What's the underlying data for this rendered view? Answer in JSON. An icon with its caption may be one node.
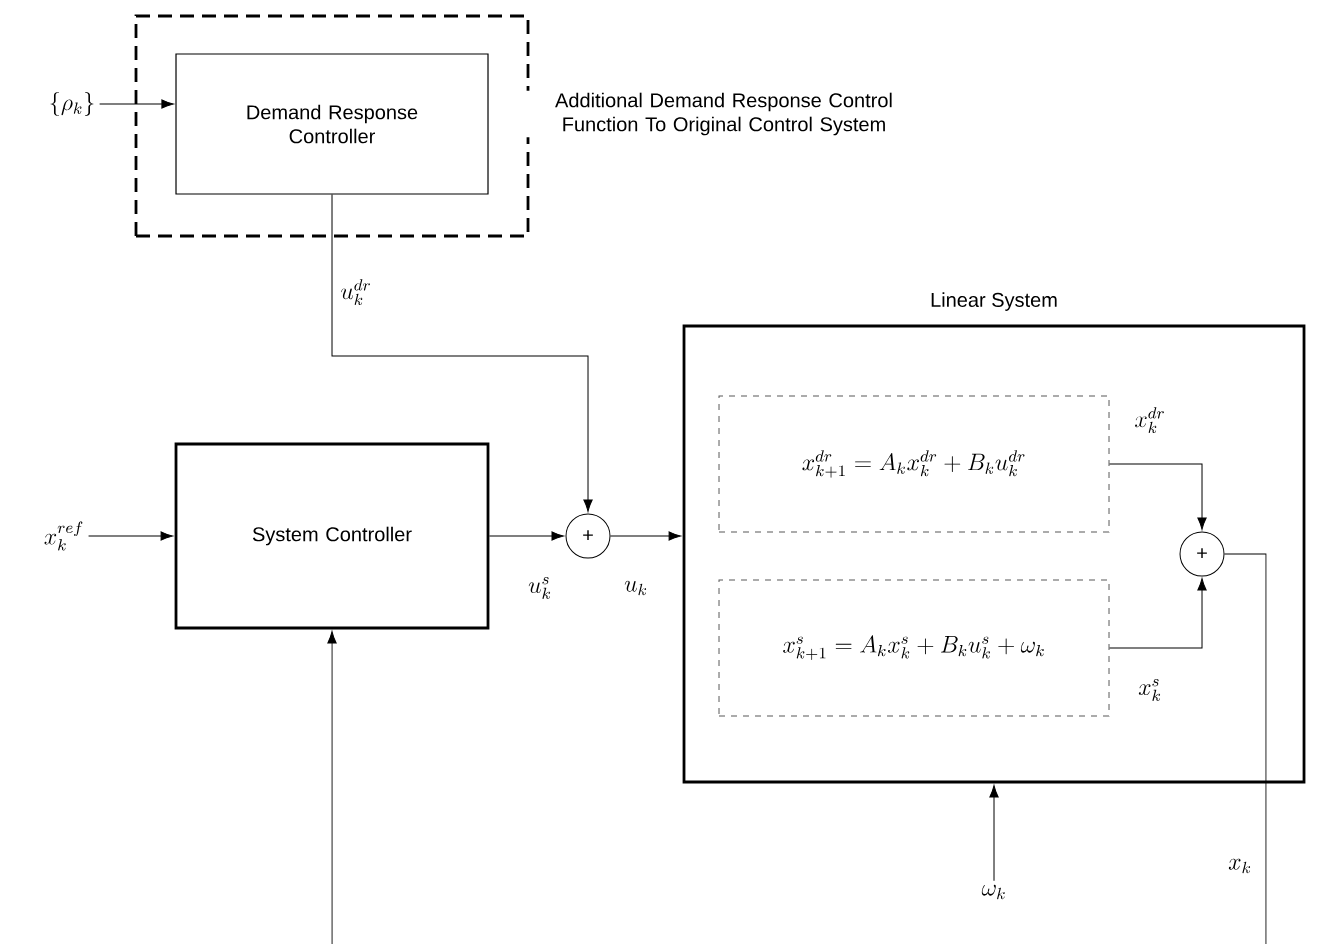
{
  "diagram": {
    "nodes": [
      {
        "text": [
          "\\{\\rho_k\\}"
        ]
      },
      {
        "text": [],
        "shape": "box",
        "beside": [
          "Additional Demand Response Control Function To Original Control System"
        ]
      },
      {
        "text": [
          "Demand Response Controller"
        ],
        "in": 1
      },
      {
        "text": [
          "x_k^{ref}"
        ]
      },
      {
        "text": [
          "System Controller"
        ]
      },
      {
        "text": [
          "+"
        ]
      },
      {
        "text": [
          "Linear System"
        ]
      },
      {
        "text": [
          "x_{k+1}^{dr} = A_k x_k^{dr} + B_k u_k^{dr}"
        ],
        "in": 6
      },
      {
        "text": [
          "x_{k+1}^{s} = A_k x_k^{s} + B_k u_k^{s} + \\omega_k"
        ],
        "in": 6
      },
      {
        "text": [
          "+"
        ],
        "in": 6
      },
      {
        "text": [
          "\\omega_k"
        ]
      }
    ],
    "edges": [
      {
        "from": 0,
        "to": 2,
        "arrow": "to"
      },
      {
        "from": 2,
        "to": 5,
        "arrow": "to",
        "label": "u_k^{dr}"
      },
      {
        "from": 3,
        "to": 4,
        "arrow": "to"
      },
      {
        "from": 4,
        "to": 5,
        "arrow": "to",
        "label": "u_k^{s}"
      },
      {
        "from": 5,
        "to": 6,
        "arrow": "to",
        "label": "u_k"
      },
      {
        "from": 7,
        "to": 9,
        "arrow": "to",
        "label": "x_k^{dr}"
      },
      {
        "from": 8,
        "to": 9,
        "arrow": "to",
        "label": "x_k^{s}"
      },
      {
        "from": 9,
        "to": null,
        "arrow": "none",
        "label": "x_k"
      },
      {
        "from": null,
        "to": 4,
        "arrow": "to"
      },
      {
        "from": 10,
        "to": 6,
        "arrow": "to"
      }
    ]
  }
}
